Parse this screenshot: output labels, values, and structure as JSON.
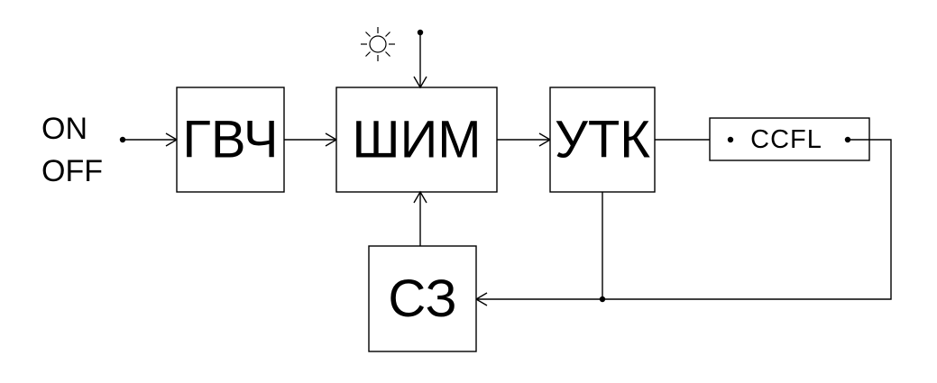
{
  "input": {
    "line1": "ON",
    "line2": "OFF"
  },
  "blocks": {
    "gvch": "ГВЧ",
    "shim": "ШИМ",
    "utk": "УТК",
    "ccfl": "CCFL",
    "sz": "СЗ"
  },
  "icons": {
    "light": "sun-icon"
  }
}
